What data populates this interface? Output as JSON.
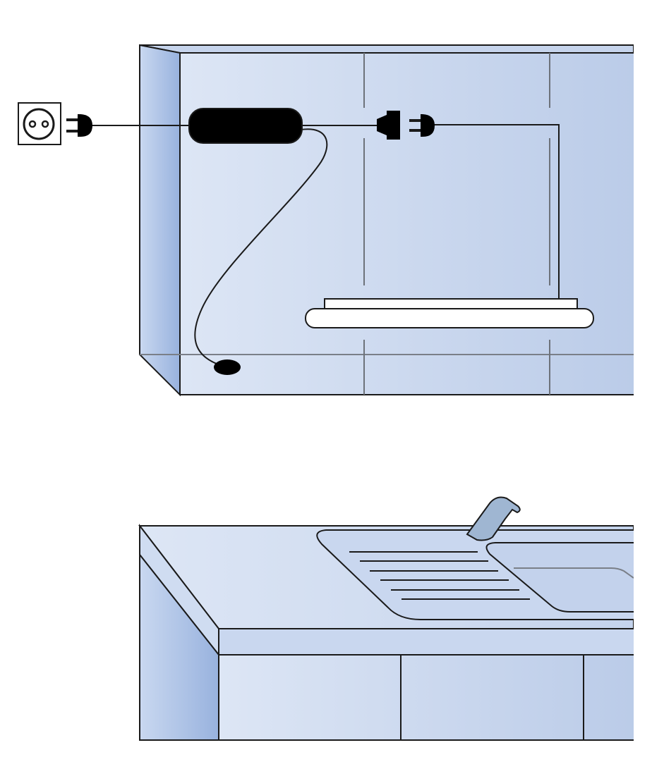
{
  "title": "",
  "colors": {
    "cabinet_light": "#dbe4f4",
    "cabinet_mid": "#c8d6ee",
    "cabinet_dark": "#b8cae8",
    "cabinet_side": "#9cb5df",
    "outline": "#1a1a1a",
    "seam": "#7a7f88",
    "power_supply": "#000000",
    "light_fixture": "#ffffff",
    "faucet": "#9fb6d2",
    "background": "#ffffff"
  },
  "components": {
    "wall_socket": "wall-socket",
    "mains_plug": "mains-plug",
    "power_supply": "power-supply",
    "inline_connector": "inline-connector",
    "under_cabinet_light": "under-cabinet-light",
    "cable_end": "cable-end",
    "wall_cabinet": "wall-cabinet",
    "kitchen_counter": "kitchen-counter",
    "sink": "sink",
    "faucet": "faucet"
  }
}
